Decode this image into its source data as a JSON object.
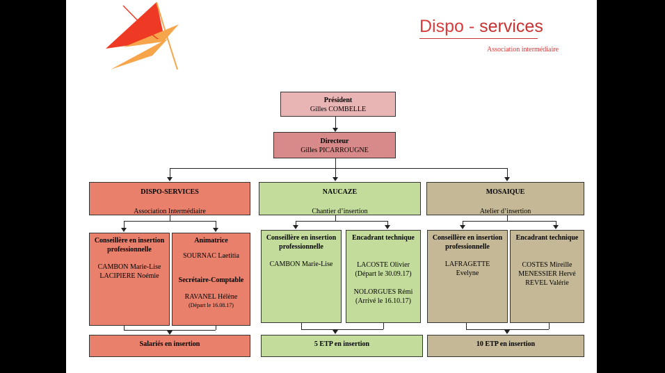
{
  "brand": {
    "name_part1": "Dispo",
    "name_dash": " - ",
    "name_part2": "services",
    "subtitle": "Association intermédiaire"
  },
  "president": {
    "title": "Président",
    "name": "Gilles COMBELLE"
  },
  "directeur": {
    "title": "Directeur",
    "name": "Gilles PICARROUGNE"
  },
  "colors": {
    "president": "#e8b4b4",
    "directeur": "#d88a8a",
    "dispo_header": "#e8806c",
    "dispo_card": "#e8806c",
    "naucaze": "#c3dc9b",
    "mosaique": "#c4b896",
    "brand_red": "#d93c3c",
    "logo_red": "#ee3a24",
    "logo_orange": "#f7a54a"
  },
  "divisions": [
    {
      "name": "DISPO-SERVICES",
      "subtitle": "Association Intermédiaire",
      "cards": [
        {
          "title": "Conseillère en insertion professionnelle",
          "lines": [
            "CAMBON Marie-Lise",
            "LACIPIERE Noémie"
          ]
        },
        {
          "title": "Animatrice",
          "lines": [
            "SOURNAC Laetitia"
          ],
          "title2": "Secrétaire-Comptable",
          "lines2": [
            "RAVANEL Hélène"
          ],
          "note": "(Départ le 16.08.17)"
        }
      ],
      "footer": "Salariés en insertion"
    },
    {
      "name": "NAUCAZE",
      "subtitle": "Chantier d’insertion",
      "cards": [
        {
          "title": "Conseillère en insertion professionnelle",
          "lines": [
            "CAMBON Marie-Lise"
          ]
        },
        {
          "title": "Encadrant technique",
          "lines": [
            "LACOSTE Olivier",
            "(Départ le 30.09.17)"
          ],
          "lines2": [
            "NOLORGUES Rémi",
            "(Arrivé le 16.10.17)"
          ]
        }
      ],
      "footer": "5 ETP en insertion"
    },
    {
      "name": "MOSAIQUE",
      "subtitle": "Atelier d’insertion",
      "cards": [
        {
          "title": "Conseillère en insertion professionnelle",
          "lines": [
            "LAFRAGETTE",
            "Evelyne"
          ]
        },
        {
          "title": "Encadrant technique",
          "lines": [
            "COSTES Mireille",
            "MENESSIER Hervé",
            "REVEL Valérie"
          ]
        }
      ],
      "footer": "10 ETP en insertion"
    }
  ]
}
